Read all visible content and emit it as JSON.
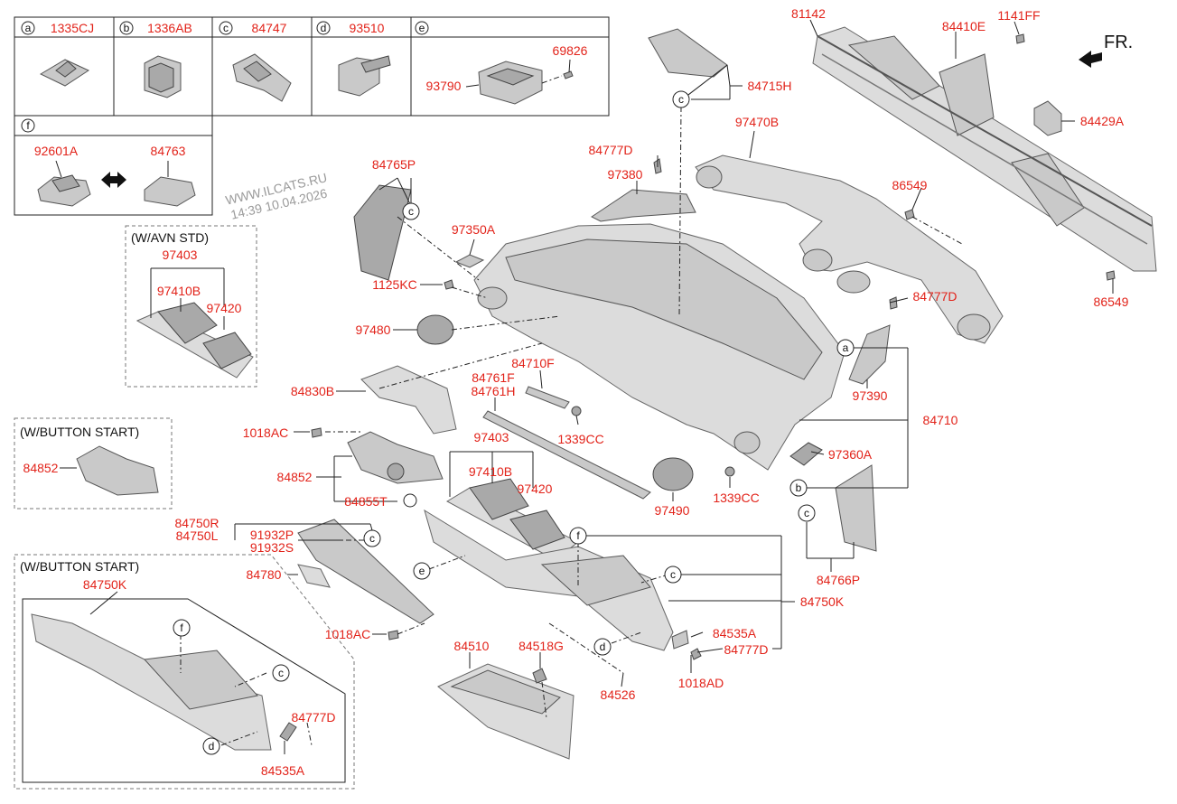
{
  "legend": {
    "a": {
      "letter": "a",
      "part": "1335CJ"
    },
    "b": {
      "letter": "b",
      "part": "1336AB"
    },
    "c": {
      "letter": "c",
      "part": "84747"
    },
    "d": {
      "letter": "d",
      "part": "93510"
    },
    "e": {
      "letter": "e",
      "part_main": "93790",
      "part_screw": "69826"
    },
    "f": {
      "letter": "f",
      "part_left": "92601A",
      "part_right": "84763"
    }
  },
  "watermark": {
    "line1": "WWW.ILCATS.RU",
    "line2": "14:39 10.04.2026"
  },
  "direction": {
    "label": "FR."
  },
  "groups": {
    "avn_std": "(W/AVN STD)",
    "button_start_1": "(W/BUTTON START)",
    "button_start_2": "(W/BUTTON START)"
  },
  "callout_letters": [
    "a",
    "b",
    "c",
    "d",
    "e",
    "f"
  ],
  "parts": {
    "p81142": "81142",
    "p84410E": "84410E",
    "p1141FF": "1141FF",
    "p84429A": "84429A",
    "p84715H": "84715H",
    "p97470B": "97470B",
    "p84777D_top": "84777D",
    "p97380": "97380",
    "p86549_a": "86549",
    "p86549_b": "86549",
    "p84765P": "84765P",
    "p97350A": "97350A",
    "p1125KC": "1125KC",
    "p84777D_mid": "84777D",
    "p97480": "97480",
    "p97390": "97390",
    "p84710F": "84710F",
    "p84761F": "84761F",
    "p84761H": "84761H",
    "p84830B": "84830B",
    "p84710": "84710",
    "p1339CC_a": "1339CC",
    "p1018AC_a": "1018AC",
    "p97403_a": "97403",
    "p97403_b": "97403",
    "p97410B_a": "97410B",
    "p97410B_b": "97410B",
    "p97420_a": "97420",
    "p97420_b": "97420",
    "p97360A": "97360A",
    "p84852_a": "84852",
    "p84852_b": "84852",
    "p84855T": "84855T",
    "p97490": "97490",
    "p1339CC_b": "1339CC",
    "p84750R": "84750R",
    "p84750L": "84750L",
    "p91932P": "91932P",
    "p91932S": "91932S",
    "p84766P": "84766P",
    "p84780": "84780",
    "p84750K_a": "84750K",
    "p84750K_b": "84750K",
    "p1018AC_b": "1018AC",
    "p84535A_a": "84535A",
    "p84535A_b": "84535A",
    "p84777D_low": "84777D",
    "p84777D_box": "84777D",
    "p84510": "84510",
    "p84518G": "84518G",
    "p84526": "84526",
    "p1018AD": "1018AD"
  }
}
